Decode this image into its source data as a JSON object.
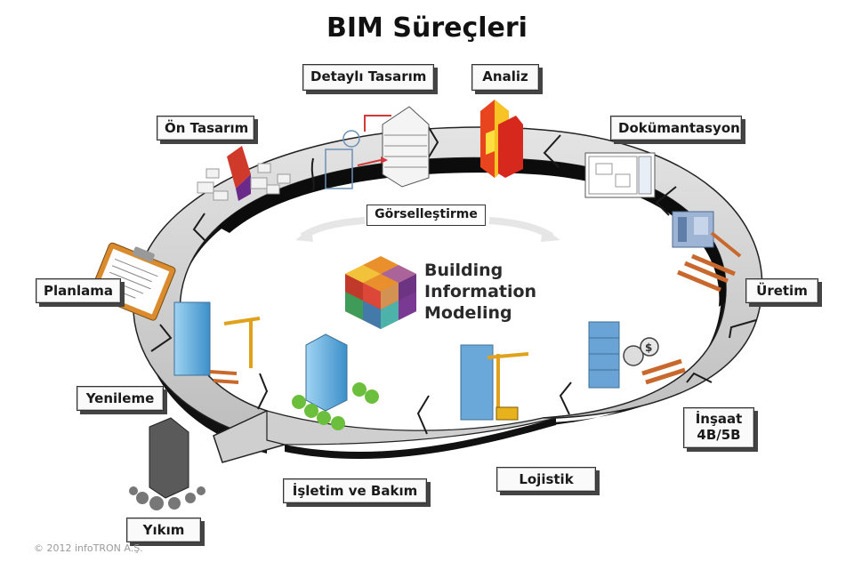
{
  "title": "BIM Süreçleri",
  "center": {
    "ring_label": "Görselleştirme",
    "logo_lines": [
      "Building",
      "Information",
      "Modeling"
    ]
  },
  "stages": {
    "detayli_tasarim": "Detaylı Tasarım",
    "analiz": "Analiz",
    "on_tasarim": "Ön Tasarım",
    "dokumantasyon": "Dokümantasyon",
    "planlama": "Planlama",
    "uretim": "Üretim",
    "yenileme": "Yenileme",
    "insaat_line1": "İnşaat",
    "insaat_line2": "4B/5B",
    "lojistik": "Lojistik",
    "isletim_bakim": "İşletim ve Bakım",
    "yikim": "Yıkım"
  },
  "copyright": "© 2012 infoTRON A.Ş.",
  "colors": {
    "ring_top": "#d4d4d4",
    "ring_side": "#111111",
    "building_blue": "#5aa9dc",
    "crane_yellow": "#e8b21c",
    "brick_orange": "#d9793a"
  }
}
